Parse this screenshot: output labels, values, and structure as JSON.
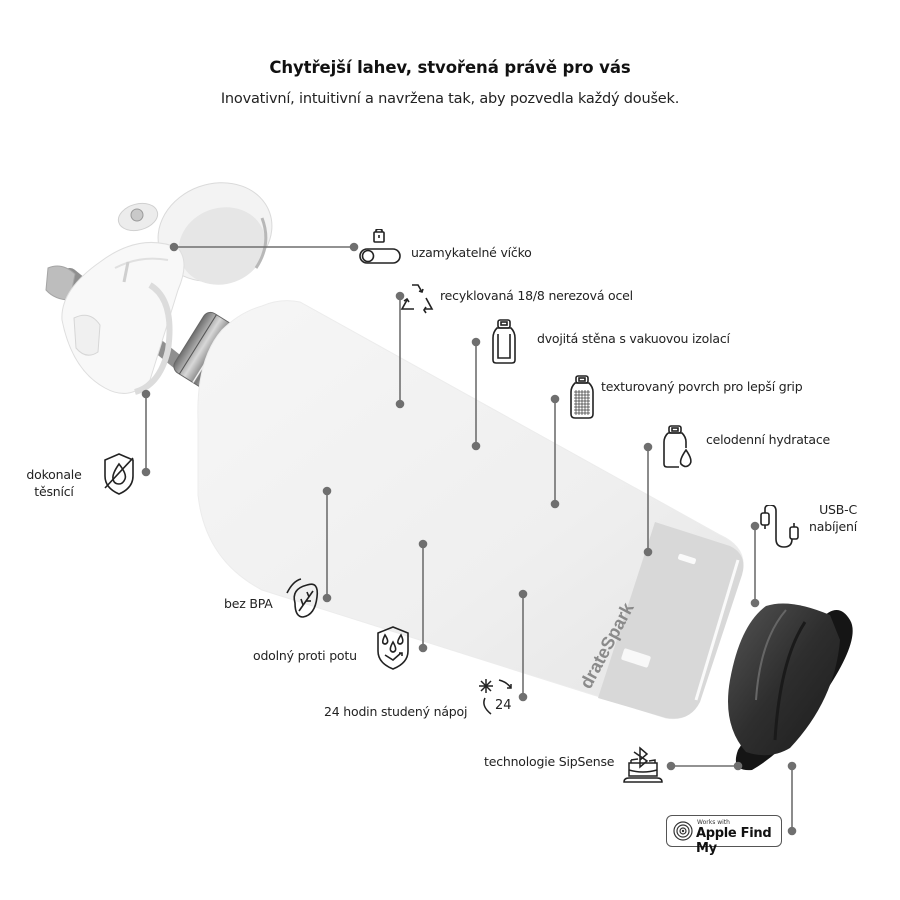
{
  "header": {
    "title": "Chytřejší lahev, stvořená právě pro vás",
    "subtitle": "Inovativní, intuitivní a navržena tak, aby pozvedla každý doušek."
  },
  "product": {
    "brand_mark": "HidrateSpark",
    "brand_visible_text": "drateSpark",
    "body_color": "#f1f1f1",
    "base_color": "#d9d9d9",
    "puck_color": "#2b2b2b",
    "leader_color": "#6f6f6f"
  },
  "features": [
    {
      "id": "lock-lid",
      "label": "uzamykatelné víčko",
      "icon": "lock-toggle-icon"
    },
    {
      "id": "recycled-steel",
      "label": "recyklovaná 18/8 nerezová ocel",
      "icon": "recycle-icon"
    },
    {
      "id": "double-wall",
      "label": "dvojitá stěna s vakuovou izolací",
      "icon": "double-wall-bottle-icon"
    },
    {
      "id": "textured",
      "label": "texturovaný  povrch pro lepší grip",
      "icon": "textured-bottle-icon"
    },
    {
      "id": "all-day",
      "label": "celodenní hydratace",
      "icon": "bottle-drop-icon"
    },
    {
      "id": "usb-c",
      "label_line1": "USB-C",
      "label_line2": "nabíjení",
      "icon": "usb-c-cable-icon"
    },
    {
      "id": "seal",
      "label_line1": "dokonale",
      "label_line2": "těsnící",
      "icon": "shield-drop-icon"
    },
    {
      "id": "bpa",
      "label": "bez BPA",
      "icon": "leaf-icon"
    },
    {
      "id": "sweat",
      "label": "odolný proti potu",
      "icon": "shield-drops-icon"
    },
    {
      "id": "cold",
      "label": "24 hodin studený nápoj",
      "icon": "snowflake-24h-icon",
      "icon_text": "24"
    },
    {
      "id": "sipsense",
      "label": "technologie SipSense",
      "icon": "bluetooth-puck-icon"
    }
  ],
  "find_my_badge": {
    "small_text": "Works with",
    "big_text": "Apple Find My"
  }
}
